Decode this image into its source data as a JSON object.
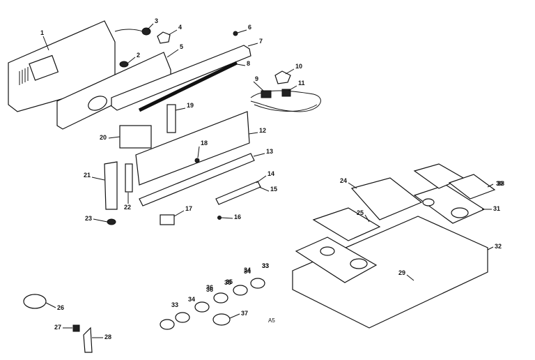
{
  "labels": [
    "1",
    "2",
    "3",
    "4",
    "5",
    "6",
    "7",
    "8",
    "9",
    "10",
    "11",
    "12",
    "13",
    "14",
    "15",
    "16",
    "17",
    "18",
    "19",
    "20",
    "21",
    "22",
    "23",
    "24",
    "25",
    "26",
    "27",
    "28",
    "29",
    "30",
    "31",
    "32",
    "33",
    "34",
    "35",
    "36",
    "37",
    "38",
    "33",
    "34",
    "36",
    "35",
    "34",
    "33"
  ],
  "marker": "A5"
}
